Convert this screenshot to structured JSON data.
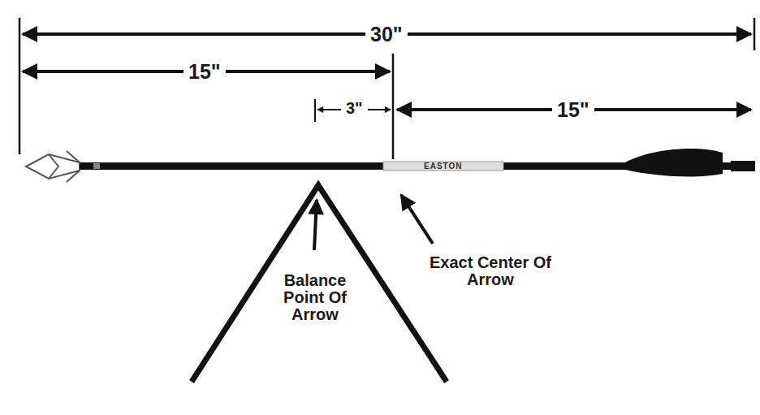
{
  "diagram": {
    "labels": [
      "30\"",
      "15\"",
      "3\"",
      "15\"",
      "EASTON",
      "Balance Point Of Arrow",
      "Exact Center Of Arrow"
    ]
  }
}
